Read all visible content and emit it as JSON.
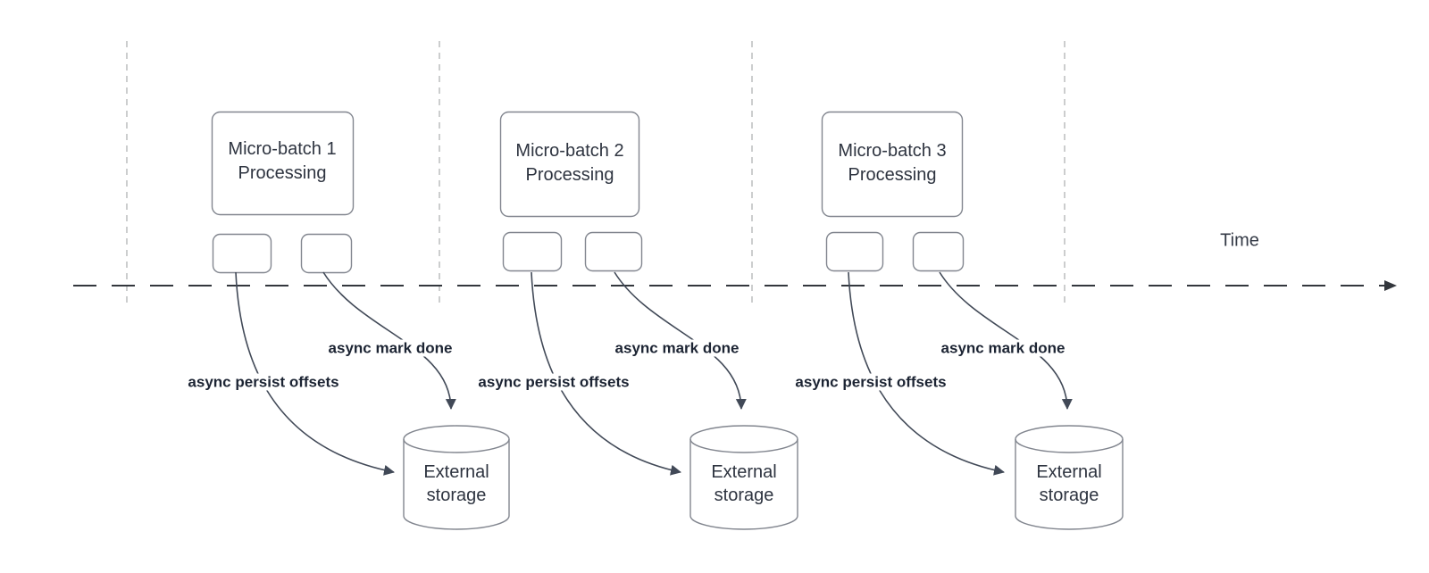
{
  "colors": {
    "background": "#ffffff",
    "shape_border": "#82868f",
    "curve": "#414957",
    "axis": "#33373d",
    "separator": "#b6b8ba",
    "shape_text": "#2e3440",
    "annotation_text": "#1c2433",
    "time_text": "#343a46"
  },
  "time_axis": {
    "label": "Time"
  },
  "groups": [
    {
      "title": "Micro-batch 1\nProcessing",
      "persist_label": "async persist offsets",
      "mark_done_label": "async mark done",
      "storage_label": "External\nstorage"
    },
    {
      "title": "Micro-batch 2\nProcessing",
      "persist_label": "async persist offsets",
      "mark_done_label": "async mark done",
      "storage_label": "External\nstorage"
    },
    {
      "title": "Micro-batch 3\nProcessing",
      "persist_label": "async persist offsets",
      "mark_done_label": "async mark done",
      "storage_label": "External\nstorage"
    }
  ]
}
